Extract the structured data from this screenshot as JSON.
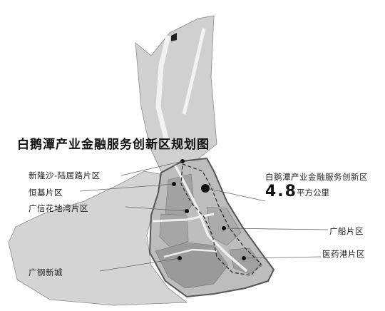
{
  "title": "白鹅潭产业金融服务创新区规划图",
  "zone_name": "白鹅潭产业金融服务创新区",
  "area": {
    "value": "4.8",
    "unit": "平方公里"
  },
  "districts": [
    "新隆沙-陆居路片区",
    "恒基片区",
    "广信花地湾片区",
    "广钢新城",
    "广船片区",
    "医药港片区"
  ],
  "colors": {
    "land_light": "#d2d2d2",
    "land_mid": "#b9b9b9",
    "land_dark": "#9a9a9a",
    "road": "#eeeeee",
    "outline": "#6f6f6f",
    "text": "#222222"
  }
}
